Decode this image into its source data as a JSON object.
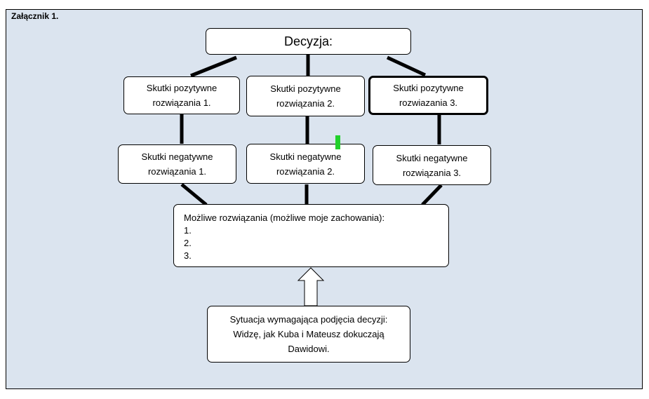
{
  "attachment_title": "Załącznik 1.",
  "decision_label": "Decyzja:",
  "positive_effects": [
    {
      "line1": "Skutki pozytywne",
      "line2": "rozwiązania 1."
    },
    {
      "line1": "Skutki pozytywne",
      "line2": "rozwiązania 2."
    },
    {
      "line1": "Skutki pozytywne",
      "line2": "rozwiazania 3."
    }
  ],
  "negative_effects": [
    {
      "line1": "Skutki negatywne",
      "line2": "rozwiązania 1."
    },
    {
      "line1": "Skutki negatywne",
      "line2": "rozwiązania 2."
    },
    {
      "line1": "Skutki negatywne",
      "line2": "rozwiązania 3."
    }
  ],
  "solutions": {
    "heading": "Możliwe rozwiązania (możliwe moje zachowania):",
    "items": [
      "1.",
      "2.",
      "3."
    ]
  },
  "situation": {
    "line1": "Sytuacja wymagająca podjęcia decyzji:",
    "line2": "Widzę, jak Kuba i Mateusz dokuczają",
    "line3": "Dawidowi."
  },
  "colors": {
    "background": "#dbe4ef",
    "marker": "#21d12b"
  }
}
